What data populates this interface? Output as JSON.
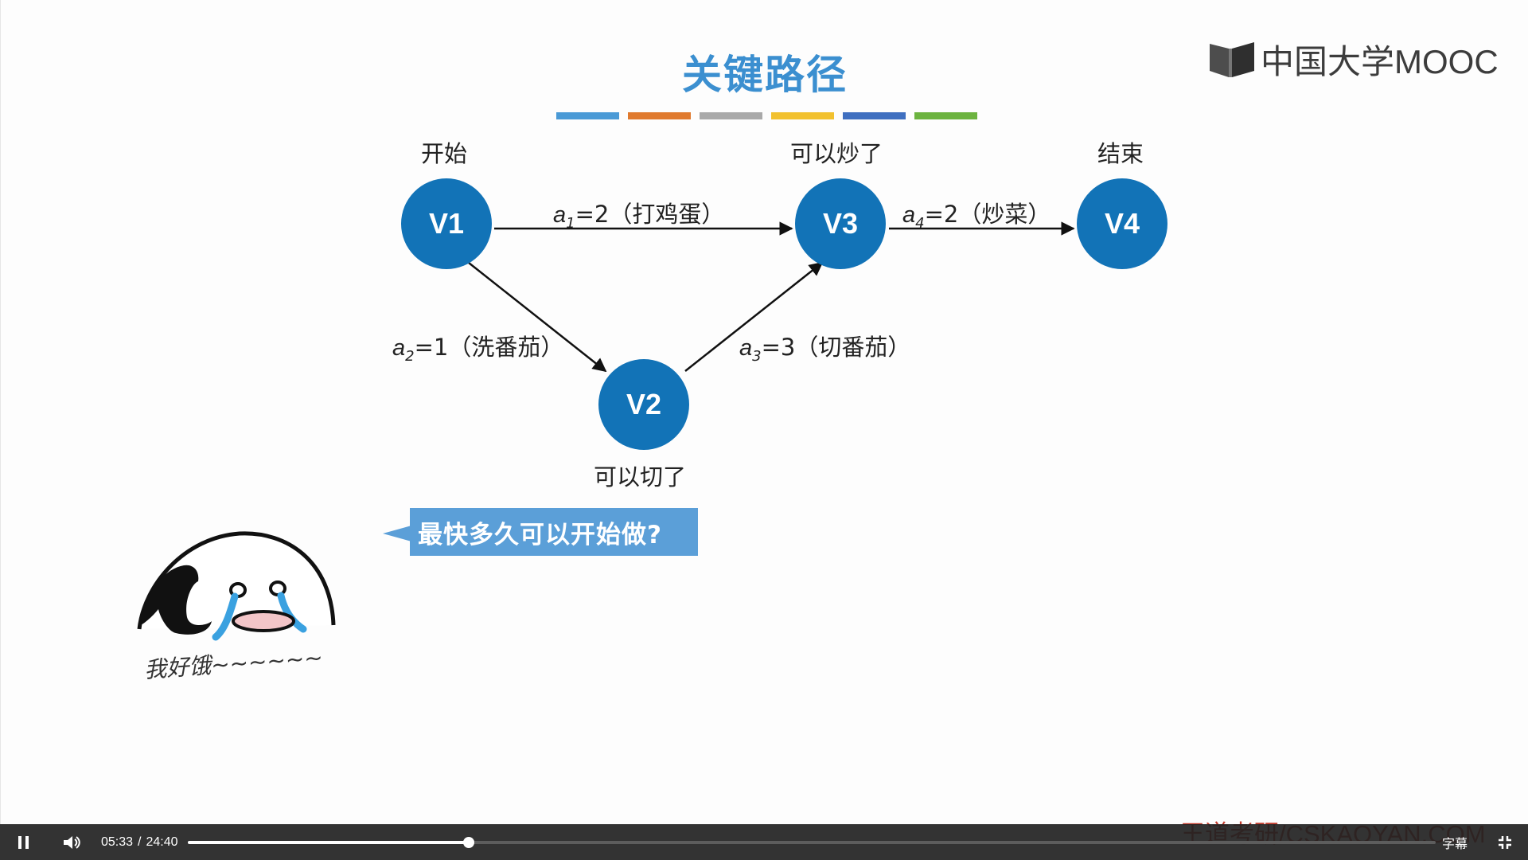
{
  "slide": {
    "title": "关键路径",
    "color_bars": [
      "#4a9ad6",
      "#e07a2e",
      "#a9a9a9",
      "#f2c12e",
      "#3f6fc0",
      "#6cb33f"
    ],
    "nodes": {
      "v1": {
        "label": "V1",
        "caption": "开始"
      },
      "v2": {
        "label": "V2",
        "caption": "可以切了"
      },
      "v3": {
        "label": "V3",
        "caption": "可以炒了"
      },
      "v4": {
        "label": "V4",
        "caption": "结束"
      }
    },
    "edges": {
      "a1": {
        "sym": "a",
        "sub": "1",
        "rest": "=2（打鸡蛋）"
      },
      "a2": {
        "sym": "a",
        "sub": "2",
        "rest": "=1（洗番茄）"
      },
      "a3": {
        "sym": "a",
        "sub": "3",
        "rest": "=3（切番茄）"
      },
      "a4": {
        "sym": "a",
        "sub": "4",
        "rest": "=2（炒菜）"
      }
    },
    "question_bubble": "最快多久可以开始做?",
    "meme_caption": "我好饿~~~~~~",
    "node_color": "#1273b7",
    "title_color": "#3b8fd0"
  },
  "branding": {
    "logo_text": "中国大学MOOC",
    "watermark": "王道考研/CSKAOYAN.COM"
  },
  "player": {
    "current_time": "05:33",
    "separator": "/",
    "duration": "24:40",
    "progress_fraction": 0.225,
    "subtitles_label": "字幕",
    "play_state": "playing"
  }
}
